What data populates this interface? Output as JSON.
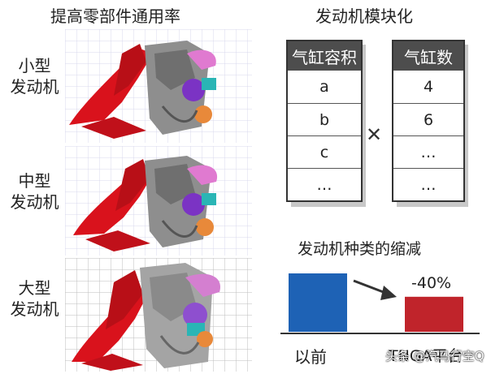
{
  "left": {
    "title": "提高零部件通用率",
    "engines": [
      {
        "label_line1": "小型",
        "label_line2": "发动机"
      },
      {
        "label_line1": "中型",
        "label_line2": "发动机"
      },
      {
        "label_line1": "大型",
        "label_line2": "发动机"
      }
    ]
  },
  "right": {
    "title": "发动机模块化",
    "table_left": {
      "header": "气缸容积",
      "cells": [
        "a",
        "b",
        "c",
        "…"
      ]
    },
    "multiply_symbol": "✕",
    "table_right": {
      "header": "气缸数",
      "cells": [
        "4",
        "6",
        "…",
        "…"
      ]
    },
    "reduction": {
      "title": "发动机种类的缩减",
      "bars": [
        {
          "label": "以前",
          "value": 100,
          "color": "#1e62b5"
        },
        {
          "label": "TNGA平台",
          "value": 60,
          "color": "#c0242b"
        }
      ],
      "change_label": "-40%"
    }
  },
  "watermark": "头条 @汽马行空Q",
  "colors": {
    "engine_red": "#d9121c",
    "engine_gray": "#8e8e8e",
    "engine_purple": "#7b33c4",
    "engine_cyan": "#2ab5b5",
    "engine_orange": "#e8893a"
  }
}
